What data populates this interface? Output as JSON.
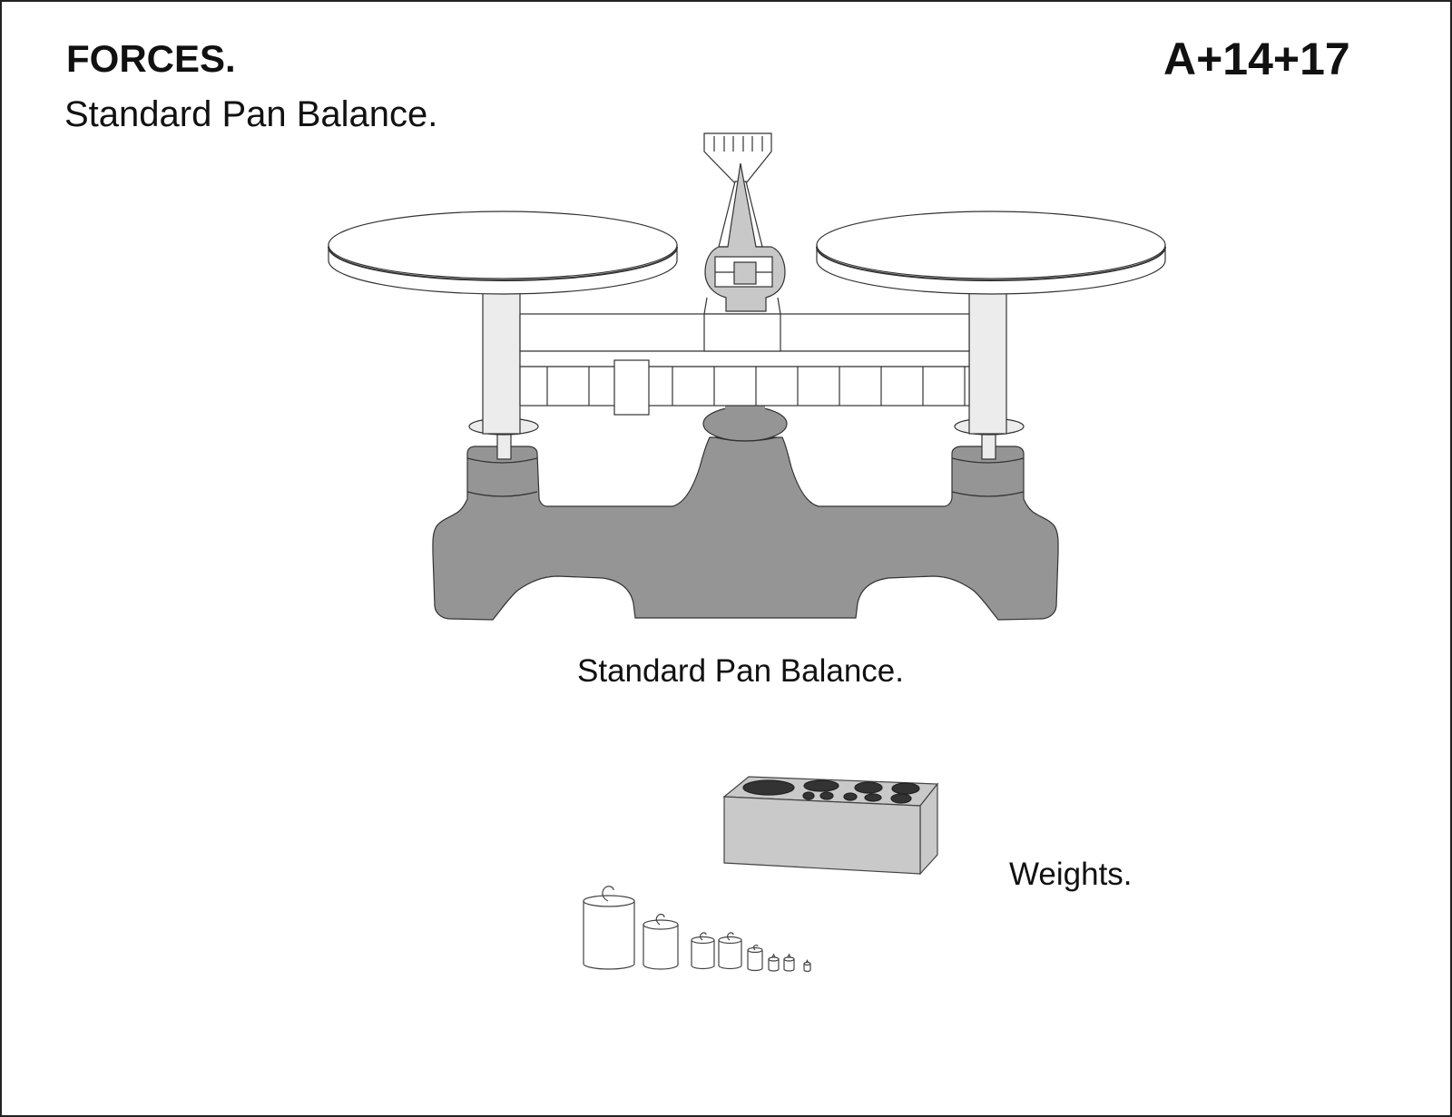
{
  "page": {
    "title": "FORCES.",
    "subtitle": "Standard Pan Balance.",
    "code": "A+14+17"
  },
  "figures": {
    "balance": {
      "caption": "Standard Pan Balance.",
      "parts": [
        "left-pan",
        "right-pan",
        "pointer-scale",
        "pointer",
        "beam",
        "rider-scale",
        "rider",
        "base"
      ],
      "colors": {
        "base": "#959595",
        "pointer": "#c8c8c8",
        "posts": "#ececec",
        "outline": "#333333"
      }
    },
    "weights": {
      "caption": "Weights.",
      "block_holes": 9,
      "mass_count": 8,
      "colors": {
        "block": "#c9c9c9",
        "holes": "#333333"
      }
    }
  }
}
